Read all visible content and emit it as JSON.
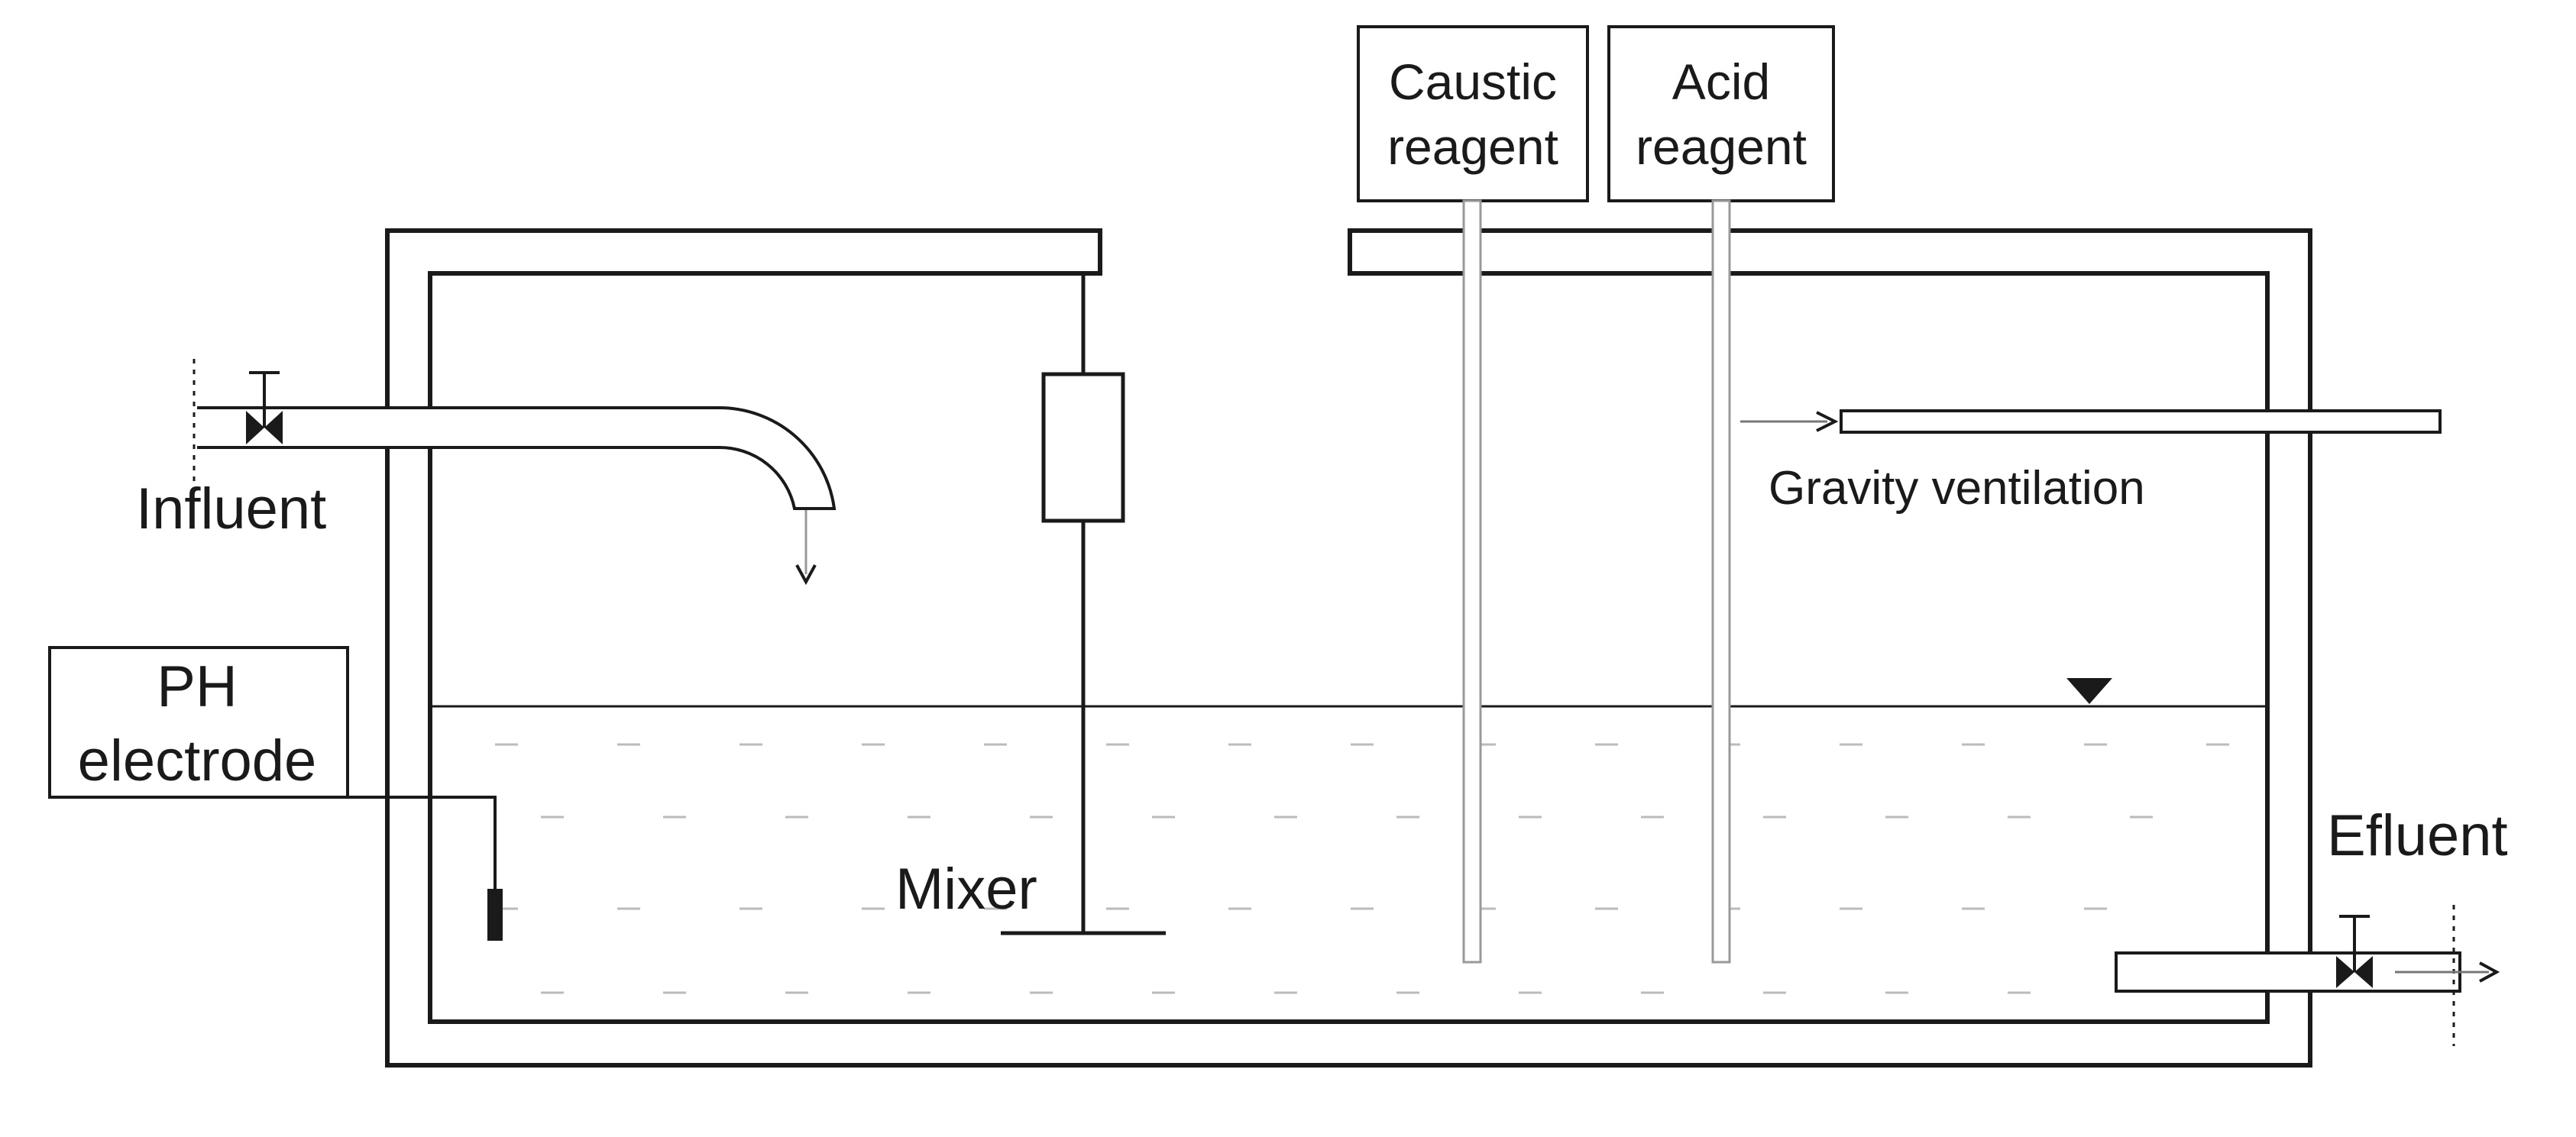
{
  "labels": {
    "caustic_reagent": [
      "Caustic",
      "reagent"
    ],
    "acid_reagent": [
      "Acid",
      "reagent"
    ],
    "influent": "Influent",
    "gravity_ventilation": "Gravity ventilation",
    "ph_electrode": [
      "PH",
      "electrode"
    ],
    "mixer": "Mixer",
    "effluent": "Efluent"
  },
  "colors": {
    "line": "#1a1a1a",
    "water_dash": "#bbbbbb",
    "background": "#ffffff"
  }
}
